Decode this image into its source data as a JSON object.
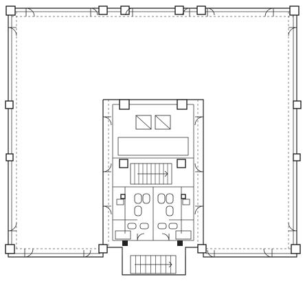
{
  "drawing": {
    "type": "floor-plan",
    "linework_color": "#1a1a1a",
    "background": "#ffffff",
    "rooms": [
      "open-office-floor",
      "core",
      "elevator-hall",
      "stair-north",
      "stair-south",
      "restroom-men",
      "restroom-women",
      "utility-rooms"
    ],
    "icons": [
      "column",
      "door-swing",
      "stair",
      "toilet",
      "sink"
    ]
  }
}
